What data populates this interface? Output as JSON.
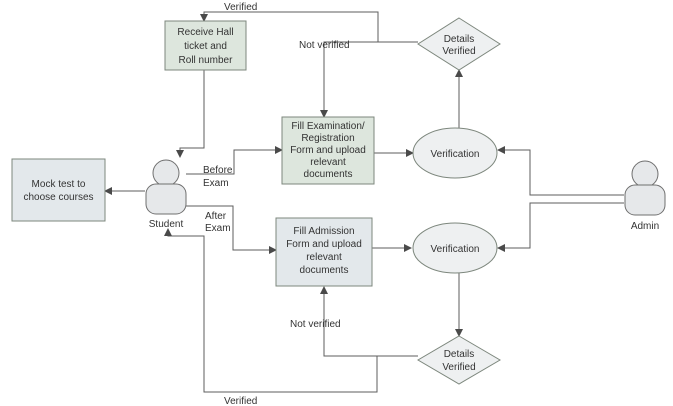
{
  "nodes": {
    "receive_hall": [
      "Receive Hall",
      "ticket and",
      "Roll number"
    ],
    "fill_exam": [
      "Fill Examination/",
      "Registration",
      "Form and upload",
      "relevant",
      "documents"
    ],
    "fill_admission": [
      "Fill Admission",
      "Form and upload",
      "relevant",
      "documents"
    ],
    "mock_test": [
      "Mock test to",
      "choose courses"
    ],
    "verification_top": "Verification",
    "verification_bottom": "Verification",
    "details_top": [
      "Details",
      "Verified"
    ],
    "details_bottom": [
      "Details",
      "Verified"
    ]
  },
  "actors": {
    "student": "Student",
    "admin": "Admin"
  },
  "edge_labels": {
    "verified_top": "Verified",
    "not_verified_top": "Not verified",
    "before_exam": [
      "Before",
      "Exam"
    ],
    "after_exam": [
      "After",
      "Exam"
    ],
    "not_verified_bottom": "Not verified",
    "verified_bottom": "Verified"
  }
}
